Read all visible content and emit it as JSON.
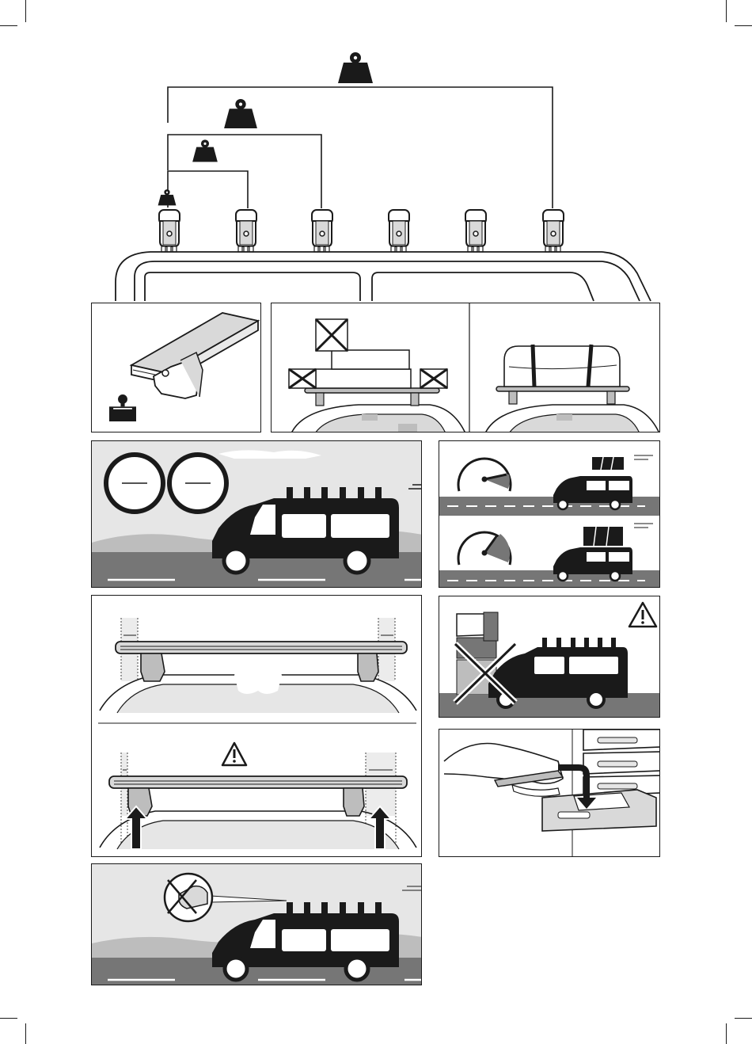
{
  "page": {
    "kind": "roof-bar-instruction-sheet",
    "text_labels": []
  },
  "colors": {
    "ink": "#1a1a1a",
    "sky": "#e6e6e6",
    "road": "#767676",
    "hill": "#bdbdbd",
    "grey_band": "#d9d9d9",
    "white": "#ffffff"
  },
  "icons": {
    "load_weights": [
      "small-weight-icon",
      "medium-weight-icon",
      "large-weight-icon",
      "xlarge-weight-icon"
    ],
    "warnings": [
      "warning-triangle-icon"
    ],
    "prohibited": [
      "cross-icon"
    ]
  },
  "panels": {
    "load_distribution": {
      "feet_count": 6
    },
    "speed_gauges": {
      "gauge_count": 2
    }
  }
}
